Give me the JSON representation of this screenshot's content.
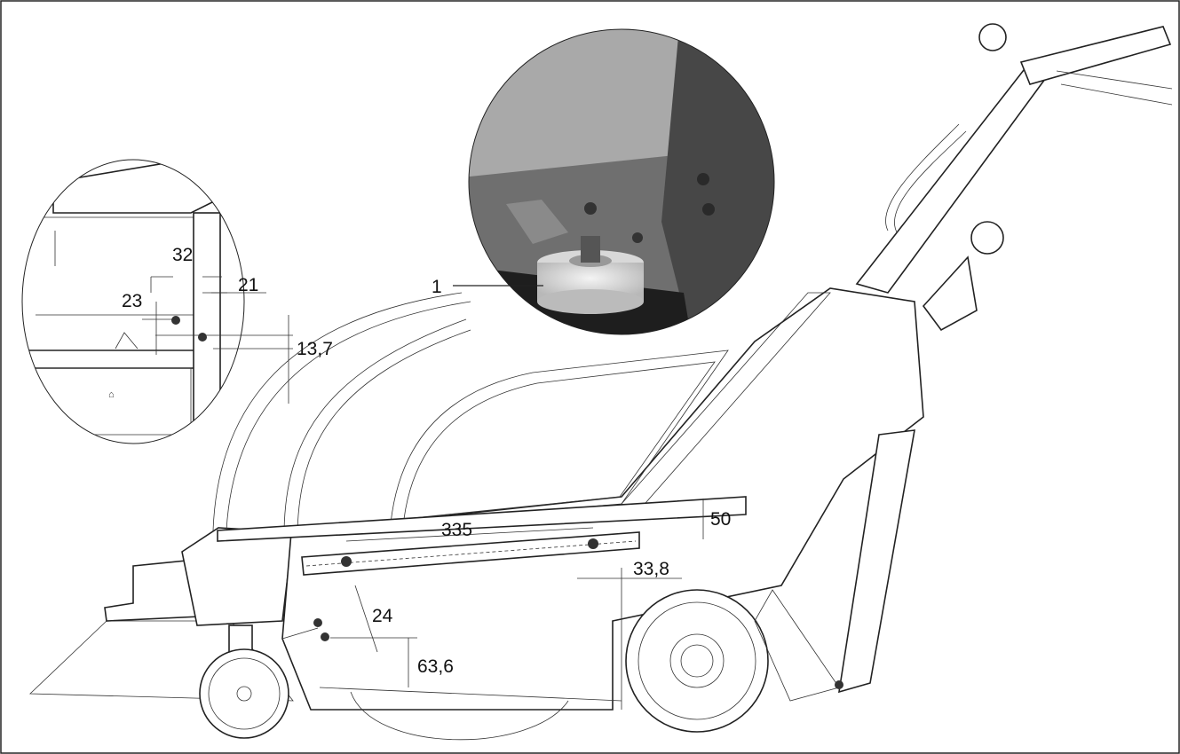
{
  "diagram": {
    "callout_label": "1",
    "dimensions": {
      "d32": "32",
      "d21": "21",
      "d23": "23",
      "d13_7": "13,7",
      "d335": "335",
      "d50": "50",
      "d33_8": "33,8",
      "d24": "24",
      "d63_6": "63,6"
    }
  }
}
